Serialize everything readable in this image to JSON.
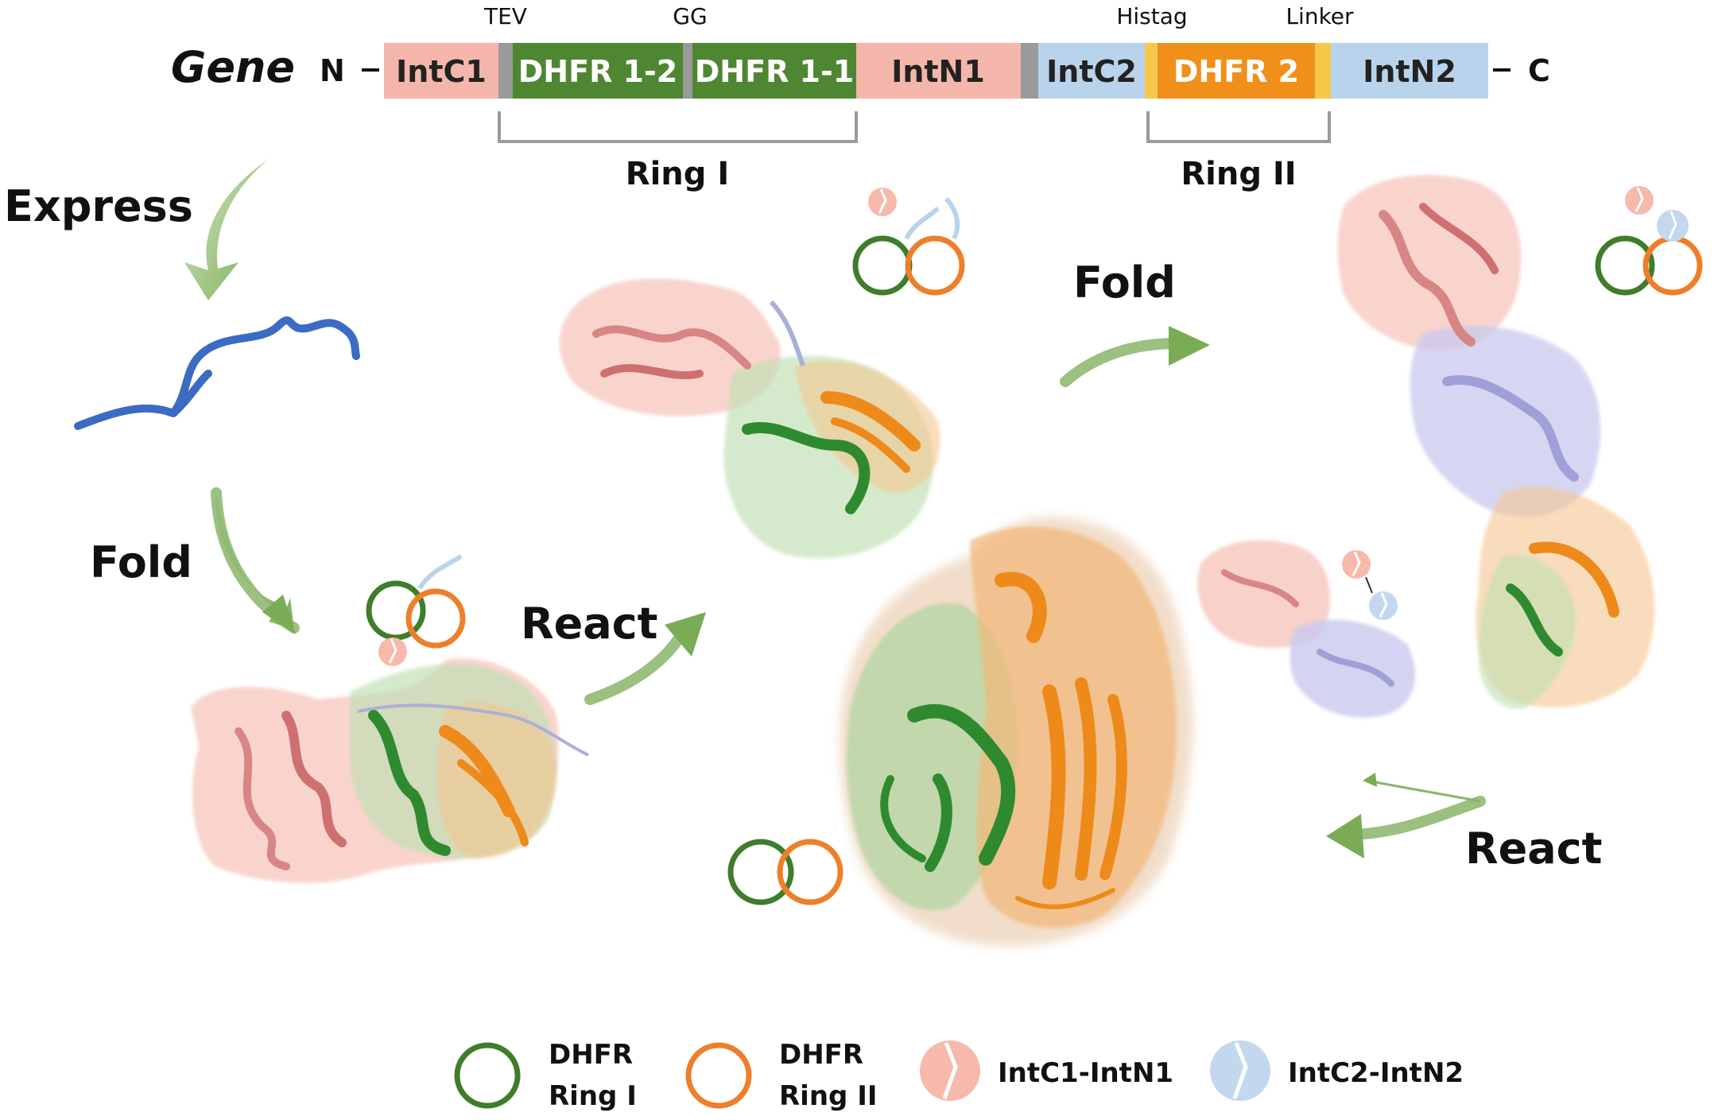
{
  "gene": {
    "label": "Gene",
    "n_term": "N",
    "c_term": "C",
    "segments": [
      {
        "label": "IntC1",
        "color": "#f4b6aa"
      },
      {
        "label": "DHFR 1-2",
        "color": "#4f8632"
      },
      {
        "label": "DHFR 1-1",
        "color": "#4f8632"
      },
      {
        "label": "IntN1",
        "color": "#f4b6aa"
      },
      {
        "label": "IntC2",
        "color": "#b9d3ec"
      },
      {
        "label": "DHFR 2",
        "color": "#f0901a"
      },
      {
        "label": "IntN2",
        "color": "#b9d3ec"
      }
    ],
    "annotations": {
      "tev": "TEV",
      "gg": "GG",
      "histag": "Histag",
      "linker": "Linker"
    },
    "brackets": {
      "ring1": "Ring I",
      "ring2": "Ring II"
    }
  },
  "steps": {
    "express": "Express",
    "fold_left": "Fold",
    "react_left": "React",
    "fold_top": "Fold",
    "react_right": "React"
  },
  "legend": {
    "dhfr_ring1": "DHFR\nRing I",
    "dhfr_ring2": "DHFR\nRing II",
    "intein1": "IntC1-IntN1",
    "intein2": "IntC2-IntN2"
  },
  "colors": {
    "green_ring": "#3f7d2a",
    "orange_ring": "#ee7f2a",
    "pink": "#f6c2b8",
    "blue": "#c3d8ef",
    "arrow": "#8ab56a",
    "chain": "#3b6bc2",
    "tev_gray": "#9a9a9a",
    "linker_yellow": "#f5c84a"
  }
}
